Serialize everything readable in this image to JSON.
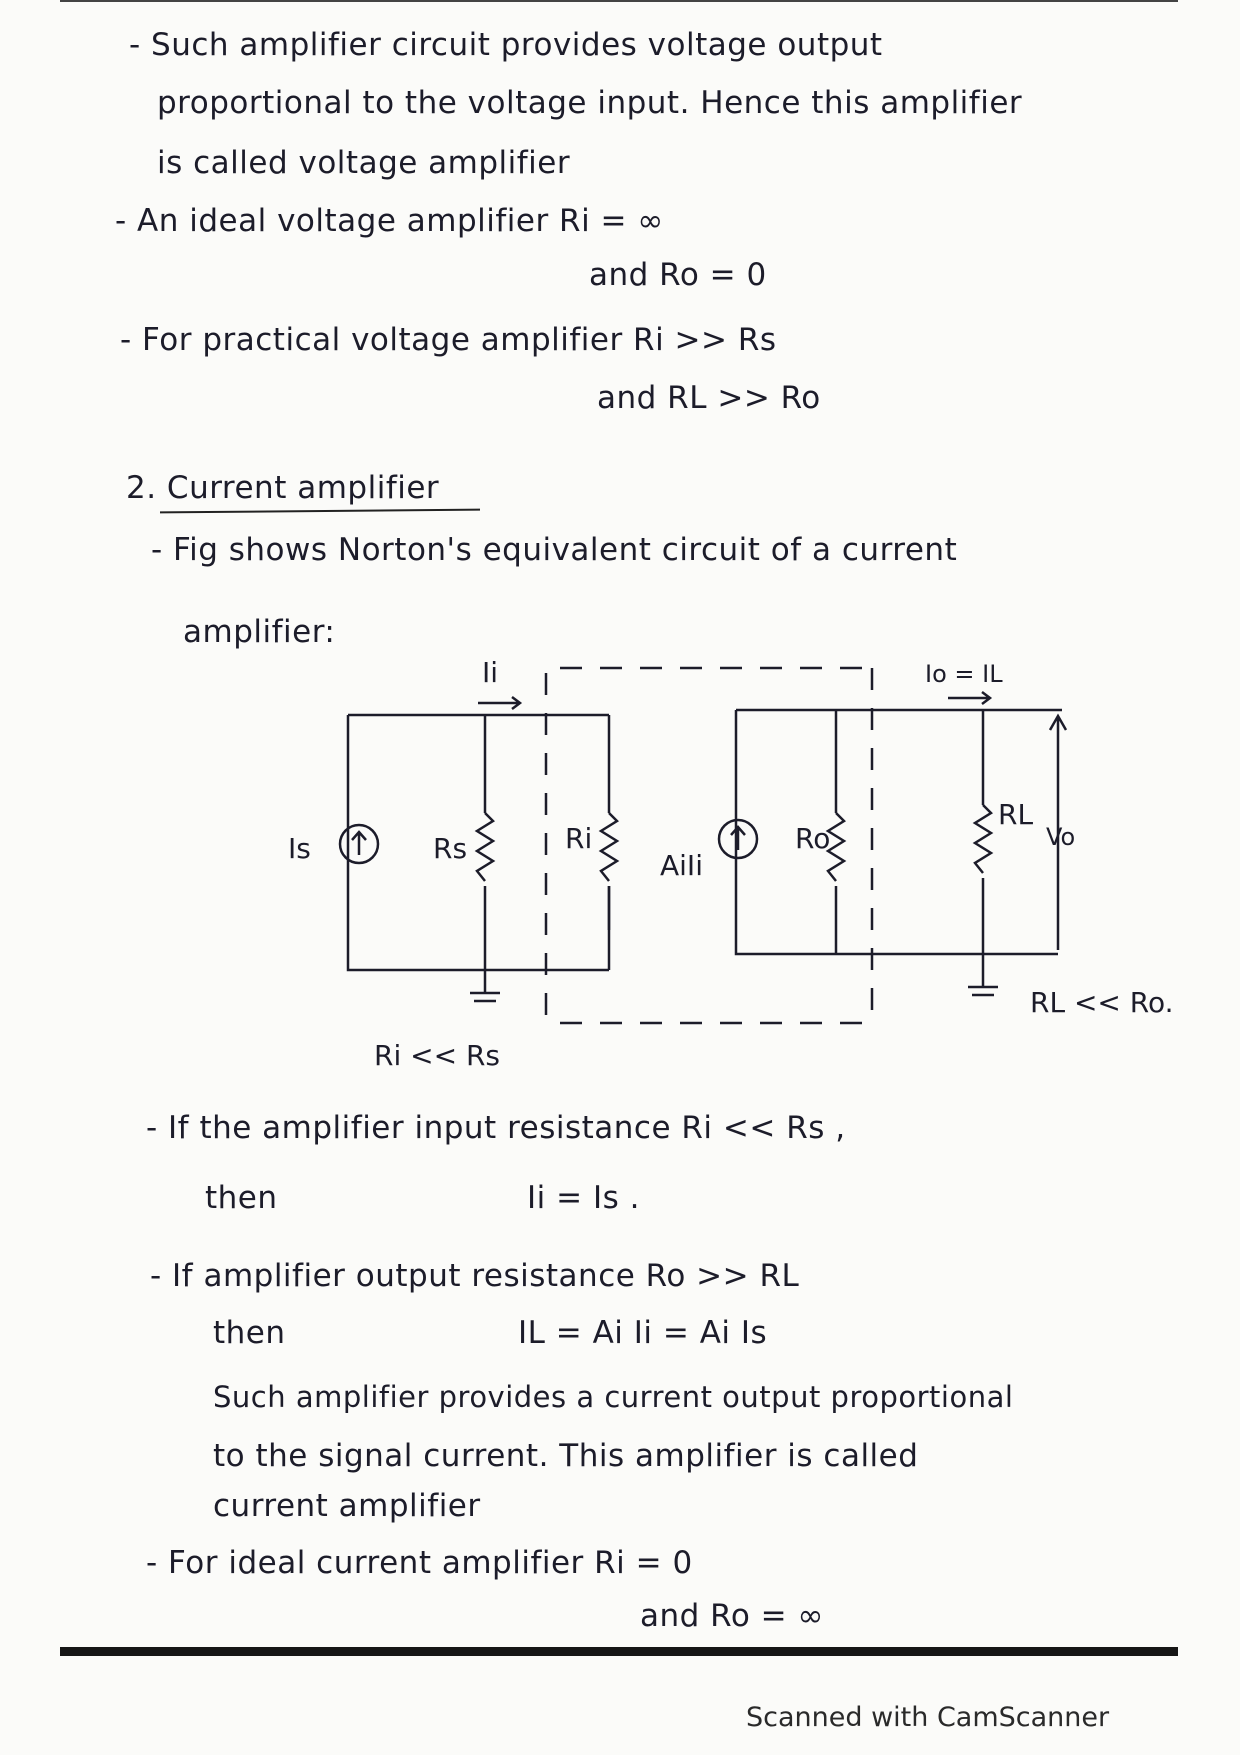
{
  "page": {
    "lines": [
      "- Such amplifier circuit provides voltage output",
      "proportional to the voltage input. Hence this amplifier",
      "is called voltage amplifier",
      "- An ideal voltage amplifier  Ri = ∞",
      "and  Ro = 0",
      "- For practical voltage amplifier  Ri >> Rs",
      "and  RL >> Ro",
      "2. Current amplifier",
      "- Fig shows Norton's equivalent circuit of a current",
      "amplifier:",
      "- If the amplifier input resistance  Ri << Rs ,",
      "then",
      "Ii = Is .",
      "- If amplifier output resistance  Ro >> RL",
      "then",
      "IL = Ai Ii  =  Ai Is",
      "Such amplifier provides a current output proportional",
      "to the signal current. This amplifier is called",
      "current amplifier",
      "- For ideal current amplifier   Ri = 0",
      "and   Ro = ∞"
    ]
  },
  "circuit": {
    "ii": "Ii",
    "is": "Is",
    "rs": "Rs",
    "ri": "Ri",
    "aiii": "AiIi",
    "ro": "Ro",
    "rl": "RL",
    "vo": "Vo",
    "io_il": "Io = IL",
    "cond_in": "Ri << Rs",
    "cond_out": "RL << Ro."
  },
  "footer": {
    "scanner": "Scanned with CamScanner"
  }
}
